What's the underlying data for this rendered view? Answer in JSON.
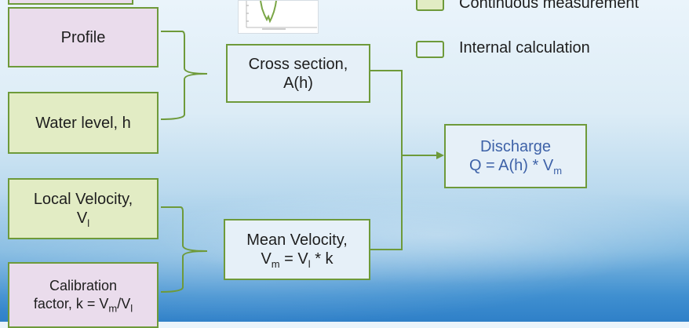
{
  "legend": {
    "continuous": "Continuous measurement",
    "internal": "Internal calculation"
  },
  "nodes": {
    "profile": "Profile",
    "water_level": "Water level, h",
    "local_velocity_main": "Local Velocity,",
    "local_velocity_symbol": "V",
    "local_velocity_sub": "l",
    "calibration_line1": "Calibration",
    "calibration_line2_prefix": "factor, k = V",
    "calibration_sub_m": "m",
    "calibration_slash": "/V",
    "calibration_sub_l": "l",
    "cross_section_line1": "Cross section,",
    "cross_section_line2": "A(h)",
    "mean_velocity_line1": "Mean Velocity,",
    "mean_velocity_v": "V",
    "mean_velocity_sub_m": "m",
    "mean_velocity_eq": " = V",
    "mean_velocity_sub_l": "l",
    "mean_velocity_end": " * k",
    "discharge_line1": "Discharge",
    "discharge_line2": "Q = A(h) * V",
    "discharge_sub": "m"
  },
  "colors": {
    "border": "#6e9a3a",
    "measurement_fill": "#e2ecc4",
    "input_fill": "#eadcec",
    "calculation_fill": "#e6f0f8",
    "accent_text": "#3e62a8"
  }
}
